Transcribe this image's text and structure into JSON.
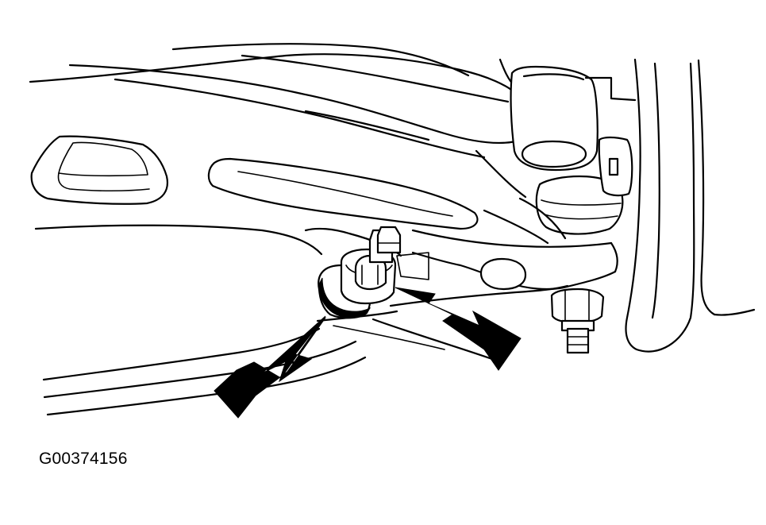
{
  "figure": {
    "id_label": "G00374156",
    "colors": {
      "line": "#000000",
      "background": "#ffffff"
    },
    "callouts": [
      {
        "icon": "arrow-icon",
        "points_to": "stabilizer-link-nut"
      },
      {
        "icon": "arrow-icon",
        "points_to": "stabilizer-link-bushing"
      }
    ]
  }
}
